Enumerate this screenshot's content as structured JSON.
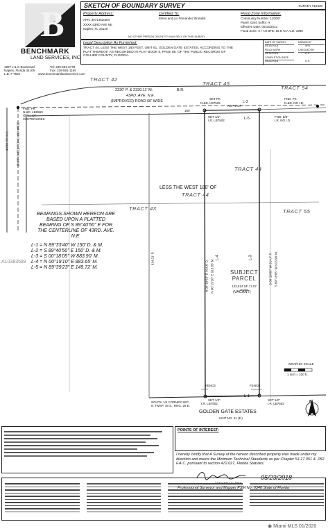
{
  "company": {
    "name_line1": "BENCHMARK",
    "name_line2": "LAND SERVICES, INC.",
    "address1": "1807 J & C Boulevard",
    "address2": "Naples, Florida 34109",
    "license": "L.B. # 7502",
    "tel": "Tel: 239-591-0778",
    "fax": "Fax: 239-591-1185",
    "website": "www.benchmarklandservices.com"
  },
  "header": {
    "title": "SKETCH OF BOUNDARY SURVEY",
    "survey_no": "SURVEY #19430"
  },
  "property": {
    "address_label": "Property Address:",
    "apn": "APN: 39714620007",
    "street": "XXXX 43RD AVE NE",
    "city": "Naples, FL 34120",
    "certified_label": "Certified To:",
    "certified_to": "Elena and Lix Fernandez Brutalist",
    "note": "NO OTHER PERSON OR ENTITY MAY RELY ON THIS SURVEY"
  },
  "flood": {
    "label": "Flood Zone Information:",
    "community": "Community Number: 120067",
    "panel": "Panel: 0240 Suffix: H",
    "effective": "Effective Date: 05/16/2012",
    "zone": "Flood Zone: X / AH BFE: 18.5' N.A.V.D. 1988"
  },
  "legal": {
    "label": "Legal Description As Furnished:",
    "text": "TRACT 44, LESS THE WEST 180 FEET, UNIT 61, GOLDEN GATE ESTATES, ACCORDING TO THE PLAT THEREOF, AS RECORDED IN PLAT BOOK 5, PAGE 88, OF THE PUBLIC RECORDS OF COLLIER COUNTY, FLORIDA."
  },
  "dates": [
    {
      "label": "DATE OF SURVEY",
      "value": "05/15/2018",
      "by_label": "DRAWN BY",
      "by": "W.B."
    },
    {
      "label": "FIELD WORK",
      "value": "05/14/2018",
      "by_label": "CHECKED BY",
      "by": "K.S."
    },
    {
      "label": "COMPLETION DATE",
      "value": "05/22/2018",
      "by_label": "",
      "by": "K.S."
    }
  ],
  "sketch": {
    "tract_42": "TRACT 42",
    "tract_45": "TRACT 45",
    "tract_54": "TRACT 54",
    "tract_44": "TRACT 44",
    "tract_43": "TRACT 43",
    "tract_55": "TRACT 55",
    "road_dims": "2330' P. & 2330.11' M.",
    "road_br": "B.R.",
    "road_name": "43RD. AVE. N.E.",
    "road_desc": "(IMPROVED) ROAD 60' WIDE",
    "side_road": "43RD ST. N.E.",
    "side_road_desc": "(IMPROVED) ROAD 100' WIDE",
    "fnd_pk_left": "FND. PK",
    "nad_left": "N.&D. LB6559",
    "centerlines": "@ P.I. OF CENTERLINES",
    "set_pk": "SET PK",
    "set_pk_nd": "N.&D. LB7502",
    "asphalt": "ASPHALT",
    "fnd_pk_right": "FND. PK",
    "nd_no_id": "N.&D. NO I.D.",
    "set_half": "SET 1/2\"",
    "ir_lb": "I.R. LB7502",
    "fnd_58": "FND. 5/8\"",
    "ir_no_id": "I.R. NO I.D.",
    "deg180": "180'",
    "l2": "L-2",
    "l5": "L-5",
    "less_west": "LESS THE WEST 180' OF",
    "less_west_tract": "TRACT 44",
    "bearing_note": "BEARINGS SHOWN HEREON ARE BASED UPON A PLATTED BEARING OF S 89°40'50\" E FOR THE CENTERLINE OF 43RD. AVE. N.E.",
    "l_table": [
      "L-1 = N 89°33'40\" W 150' D. & M.",
      "L-2 = S 89°40'50\" E 150' D. & M.",
      "L-3 = S 00°18'05\" W 883.90' M.",
      "L-4 = N 00°19'10\" E 883.65' M.",
      "L-5 = N 89°39'23\" E 149.72' M."
    ],
    "west_dim": "914.21' P.",
    "l4_bearing": "N 00°18'53\" E 914.0' D.",
    "l4_bearing2": "N 00°19'10\" E 913.85' M.",
    "l4": "L-4",
    "l3": "L-3",
    "l3_bearing": "S 00°18'05\" W 914.7' P.",
    "l3_bearing2": "S 00°18'05\" W 913.90' M.",
    "subject": "SUBJECT PARCEL",
    "area": "133,514 SF / 3.07 Acres",
    "vacant": "(VACANT)",
    "l1": "L-1",
    "fence": "FENCE",
    "south_line": "SOUTH 1/4 CORNER SEC. 9, TWSP. 48 S., RNG. 26 E.",
    "golden_gate": "GOLDEN GATE ESTATES",
    "unit": "UNIT NO. 61 (P.)",
    "graphic_scale": "GRAPHIC SCALE",
    "scale_ratio": "1 inch = 100 ft.",
    "north": "N"
  },
  "points_label": "POINTS OF INTEREST:",
  "certification": "I hereby certify that A Survey of the hereon described property was made under my direction and meets the Minimum Technical Standards as per Chapter 5J-17.051 & .052 F.A.C. pursuant to section 472.027, Florida Statutes.",
  "signature": {
    "date": "05/23/2018",
    "name": "KENNETH SARRO",
    "title": "Professional Surveyor and Mapper PSM No. 6348 State of Florida"
  },
  "watermark_listing": "A10383589",
  "watermark_mls": "Miami MLS",
  "watermark_date": "01/2020"
}
